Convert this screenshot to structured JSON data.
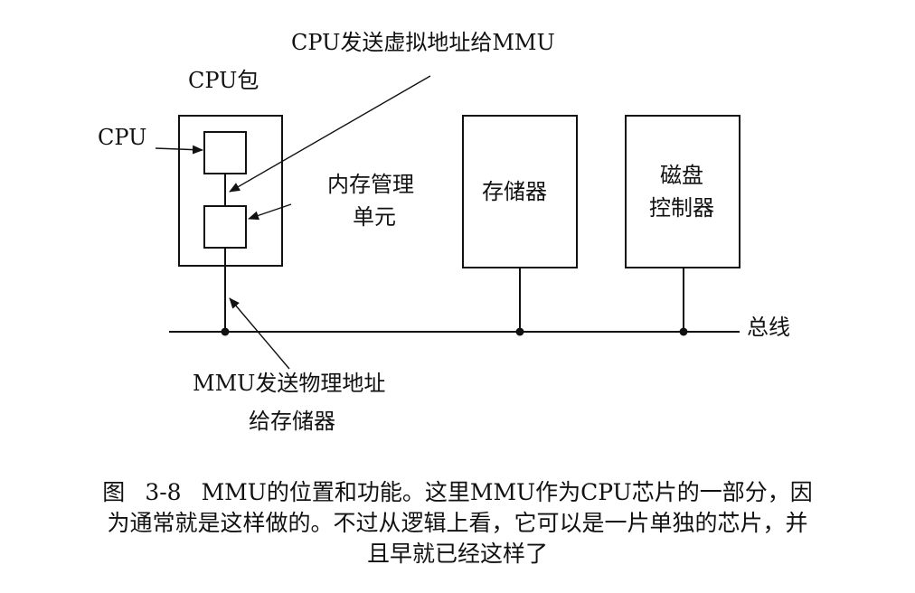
{
  "diagram": {
    "labels": {
      "cpu_sends_virtual": "CPU发送虚拟地址给MMU",
      "cpu_package": "CPU包",
      "cpu": "CPU",
      "mmu_line1": "内存管理",
      "mmu_line2": "单元",
      "memory": "存储器",
      "disk_line1": "磁盘",
      "disk_line2": "控制器",
      "bus": "总线",
      "mmu_sends_physical_line1": "MMU发送物理地址",
      "mmu_sends_physical_line2": "给存储器"
    }
  },
  "caption": {
    "figure_prefix": "图",
    "figure_number": "3-8",
    "line1": "MMU的位置和功能。这里MMU作为CPU芯片的一部分，因",
    "line2": "为通常就是这样做的。不过从逻辑上看，它可以是一片单独的芯片，并",
    "line3": "且早就已经这样了"
  }
}
